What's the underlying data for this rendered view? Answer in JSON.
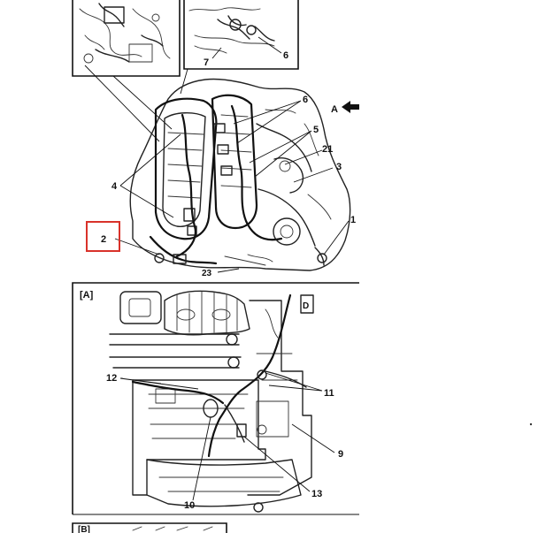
{
  "diagram": {
    "callouts": {
      "c1": "1",
      "c2": "2",
      "c3": "3",
      "c4": "4",
      "c5": "5",
      "c6a": "6",
      "c6b": "6",
      "c7": "7",
      "c9": "9",
      "c10": "10",
      "c11": "11",
      "c12": "12",
      "c13": "13",
      "c21": "21",
      "c23": "23",
      "cA": "A"
    },
    "view_label": "[A]",
    "bottom_panel_label": "[B]",
    "detail_letter": "D",
    "highlight_color": "#d9322a"
  }
}
